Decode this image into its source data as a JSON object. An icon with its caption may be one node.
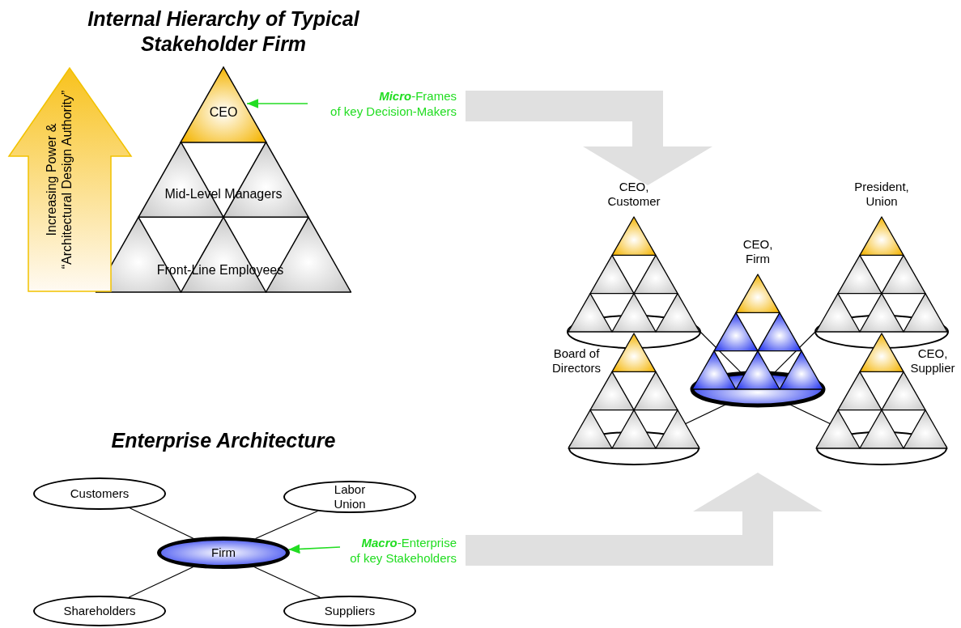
{
  "diagram": {
    "title": "Internal Hierarchy of Typical Stakeholder Firm",
    "nodes": [
      {
        "text": [
          "Increasing Power & “Architectural Design Authority”"
        ]
      },
      {
        "text": [
          "CEO"
        ]
      },
      {
        "text": [
          "**Micro**-Frames",
          "of key Decision-Makers"
        ]
      },
      {
        "text": [
          "CEO, Customer"
        ]
      },
      {
        "text": [
          "President, Union"
        ]
      },
      {
        "text": [
          "CEO, Firm"
        ]
      },
      {
        "text": [
          "Board of Directors"
        ]
      },
      {
        "text": [
          "CEO, Supplier"
        ]
      },
      {
        "text": [
          "Customers"
        ]
      },
      {
        "text": [
          "Labor Union"
        ]
      },
      {
        "text": [
          "Firm"
        ]
      },
      {
        "text": [
          "**Macro**-Enterprise",
          "of key Stakeholders"
        ]
      },
      {
        "text": [
          "Shareholders"
        ]
      },
      {
        "text": [
          "Suppliers"
        ]
      }
    ],
    "edges": [
      {
        "from": 2,
        "to": 1,
        "arrow": "to",
        "color": "#22dd22"
      },
      {
        "from": 2,
        "to": 5,
        "arrow": "to",
        "style": "thick",
        "color": "#e0e0e0"
      },
      {
        "from": 5,
        "to": 3,
        "arrow": "none"
      },
      {
        "from": 5,
        "to": 4,
        "arrow": "none"
      },
      {
        "from": 5,
        "to": 6,
        "arrow": "none"
      },
      {
        "from": 5,
        "to": 7,
        "arrow": "none"
      },
      {
        "from": 10,
        "to": 8,
        "arrow": "none"
      },
      {
        "from": 10,
        "to": 9,
        "arrow": "none"
      },
      {
        "from": 10,
        "to": 12,
        "arrow": "none"
      },
      {
        "from": 10,
        "to": 13,
        "arrow": "none"
      },
      {
        "from": 11,
        "to": 10,
        "arrow": "to",
        "color": "#22dd22"
      },
      {
        "from": 11,
        "to": 5,
        "arrow": "to",
        "style": "thick",
        "color": "#e0e0e0"
      }
    ],
    "labels": [
      "Mid-Level Managers",
      "Front-Line Employees",
      "Enterprise Architecture"
    ]
  }
}
